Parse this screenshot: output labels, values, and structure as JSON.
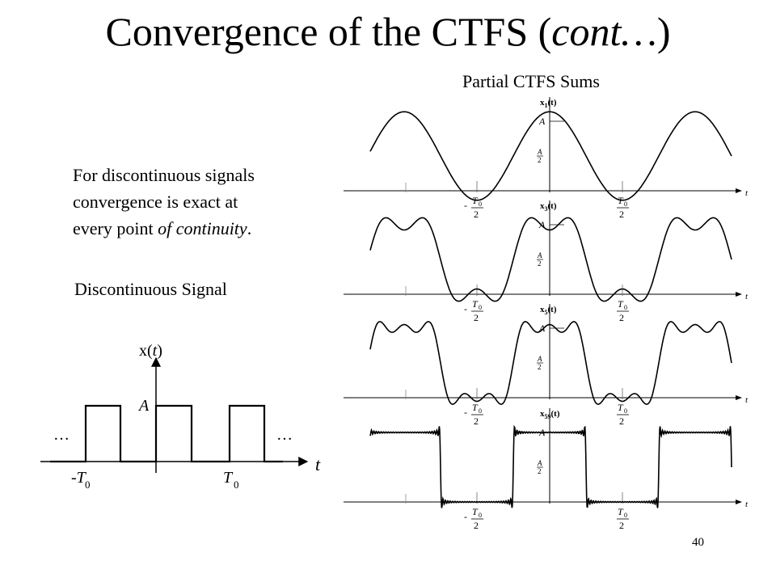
{
  "slide": {
    "title_main": "Convergence of the CTFS (",
    "title_italic": "cont…",
    "title_close": ")",
    "caption_line1": "For discontinuous signals",
    "caption_line2": "convergence is exact at",
    "caption_line3_pre": "every point ",
    "caption_line3_italic": "of continuity",
    "caption_line3_post": ".",
    "left_heading": "Discontinuous Signal",
    "right_heading": "Partial CTFS Sums",
    "page_number": "40"
  },
  "square_wave": {
    "ylabel_pre": "x(",
    "ylabel_var": "t",
    "ylabel_post": ")",
    "xlabel": "t",
    "amp_label": "A",
    "ellipsis_left": "…",
    "ellipsis_right": "…",
    "tick_neg_sign": "-",
    "tick_neg_T": "T",
    "tick_neg_sub": "0",
    "tick_pos_T": "T",
    "tick_pos_sub": "0"
  },
  "partial_sums": {
    "labels": {
      "amp": "A",
      "half_num": "A",
      "half_den": "2",
      "t_axis": "t",
      "tick_num_T": "T",
      "tick_num_sub": "0",
      "tick_den": "2",
      "tick_neg": "-"
    },
    "panels": [
      {
        "name_pre": "x",
        "name_sub": "1",
        "name_post": "(t)",
        "harmonics": 1
      },
      {
        "name_pre": "x",
        "name_sub": "3",
        "name_post": "(t)",
        "harmonics": 3
      },
      {
        "name_pre": "x",
        "name_sub": "5",
        "name_post": "(t)",
        "harmonics": 5
      },
      {
        "name_pre": "x",
        "name_sub": "59",
        "name_post": "(t)",
        "harmonics": 59
      }
    ]
  },
  "colors": {
    "ink": "#000000",
    "background": "#ffffff"
  }
}
